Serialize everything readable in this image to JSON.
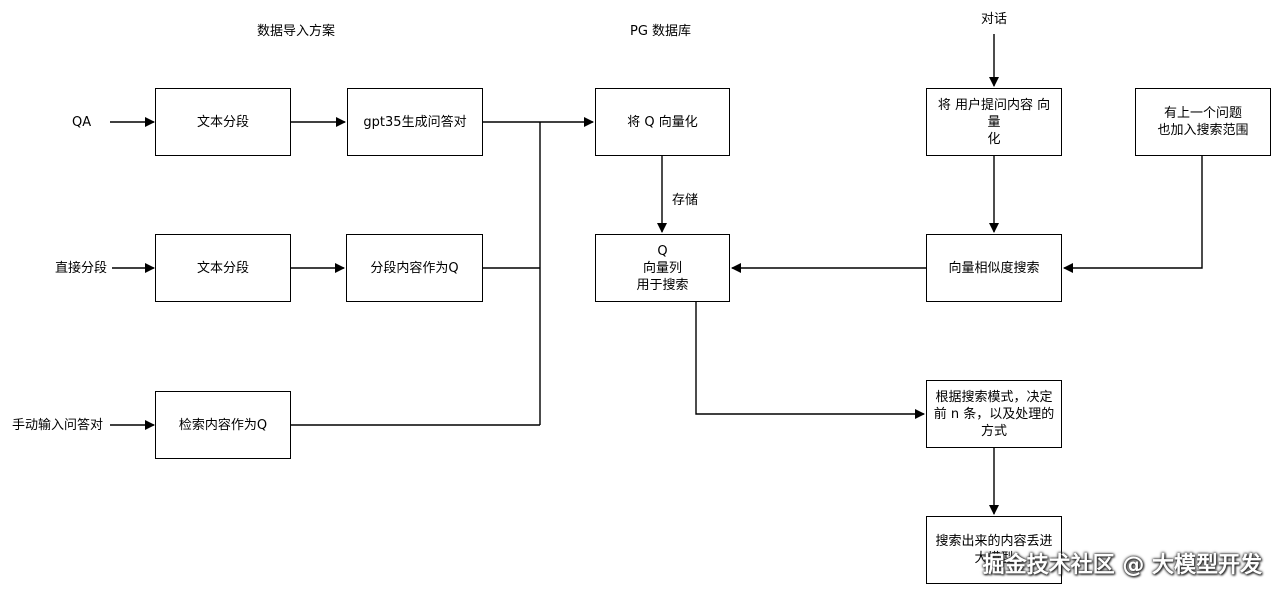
{
  "titles": {
    "import_scheme": "数据导入方案",
    "pg_db": "PG 数据库"
  },
  "inputs": {
    "qa": "QA",
    "direct_segment": "直接分段",
    "manual_qa": "手动输入问答对",
    "dialogue": "对话"
  },
  "boxes": {
    "text_segment_1": "文本分段",
    "gpt35_qa": "gpt35生成问答对",
    "text_segment_2": "文本分段",
    "segment_as_q": "分段内容作为Q",
    "search_as_q": "检索内容作为Q",
    "vectorize_q": "将 Q 向量化",
    "q_vector_column": "Q\n向量列\n用于搜索",
    "vectorize_user": "将 用户提问内容 向量\n化",
    "prev_question": "有上一个问题\n也加入搜索范围",
    "similarity_search": "向量相似度搜索",
    "search_mode": "根据搜索模式，决定\n前 n 条，以及处理的\n方式",
    "llm_input": "搜索出来的内容丢进\n大模型"
  },
  "edge_labels": {
    "store": "存储"
  },
  "watermark": "掘金技术社区 @ 大模型开发"
}
